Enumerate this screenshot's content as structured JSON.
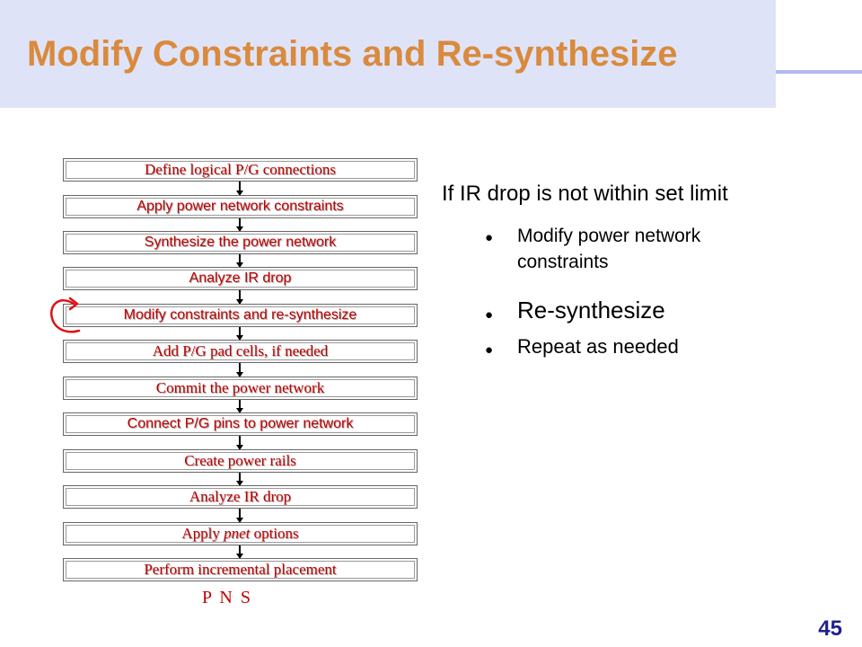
{
  "slide": {
    "title": "Modify Constraints and Re-synthesize",
    "page_number": "45"
  },
  "flow": {
    "steps": [
      "Define logical P/G connections",
      "Apply power network constraints",
      "Synthesize the power network",
      "Analyze  IR drop",
      "Modify constraints and re-synthesize",
      "Add P/G pad cells, if needed",
      "Commit the power network",
      "Connect P/G pins to power network",
      "Create power rails",
      "Analyze  IR drop",
      "Apply ",
      "Perform incremental  placement"
    ],
    "step_11_italic": "pnet",
    "step_11_suffix": " options",
    "footer": "P N S",
    "marker_color": "#e01010"
  },
  "notes": {
    "heading": "If IR drop is not within set limit",
    "bullets": [
      "Modify power network constraints",
      "Re-synthesize",
      "Repeat as needed"
    ]
  },
  "colors": {
    "title": "#d98a3d",
    "title_band": "#dfe3f7",
    "step_text": "#c00000",
    "page_number": "#1f1f8f"
  }
}
